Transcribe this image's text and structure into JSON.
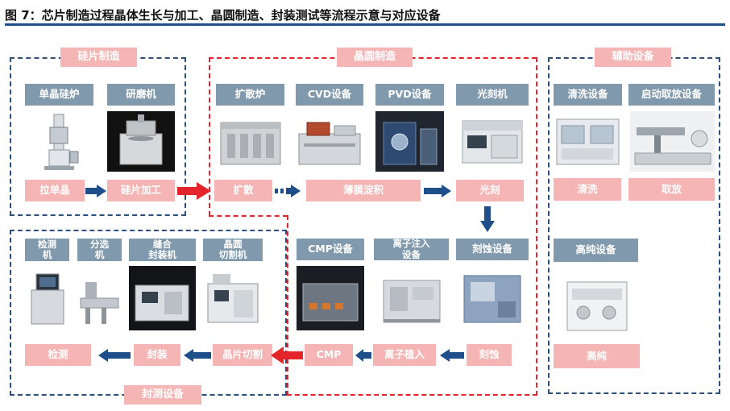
{
  "title": "图 7：芯片制造过程晶体生长与加工、晶圆制造、封装测试等流程示意与对应设备",
  "regions": {
    "wafer_making": "硅片制造",
    "wafer_fab": "晶圆制造",
    "auxiliary": "辅助设备",
    "packaging_test": "封测设备"
  },
  "equipment": {
    "crystal_furnace": "单晶硅炉",
    "grinder": "研磨机",
    "diffusion_furnace": "扩散炉",
    "cvd": "CVD设备",
    "pvd": "PVD设备",
    "lithography": "光刻机",
    "cleaning": "清洗设备",
    "auto_pick_place": "启动取放设备",
    "cmp": "CMP设备",
    "ion_implant": "离子注入\n设备",
    "etching": "刻蚀设备",
    "high_purity": "高纯设备",
    "inspection": "检测\n机",
    "sorting": "分选\n机",
    "bonding_packaging": "缝合\n封装机",
    "wafer_dicing": "晶圆\n切割机"
  },
  "process": {
    "crystal_pulling": "拉单晶",
    "wafer_processing": "硅片加工",
    "diffusion": "扩散",
    "thin_film": "薄膜淀积",
    "photo": "光刻",
    "etch": "刻蚀",
    "ion_implant": "离子植入",
    "cmp": "CMP",
    "dicing": "晶片切割",
    "packaging": "封装",
    "testing": "检测",
    "cleaning": "清洗",
    "pick_place": "取放",
    "high_purity": "高纯"
  },
  "colors": {
    "title_rule": "#1e4f8a",
    "equipment_box": "#8199ad",
    "process_box": "#f5b5b5",
    "flow_arrow": "#1e4f8a",
    "transfer_arrow": "#e3242b",
    "region_border_blue": "#2b4f7c",
    "region_border_red": "#e3242b"
  },
  "images": [
    "crystal-furnace-photo",
    "grinder-photo",
    "diffusion-furnace-photo",
    "cvd-photo",
    "pvd-photo",
    "lithography-photo",
    "cleaning-photo",
    "pick-place-photo",
    "cmp-photo",
    "ion-implant-photo",
    "etching-photo",
    "high-purity-photo",
    "inspection-photo",
    "sorting-photo",
    "packaging-photo",
    "dicing-photo"
  ]
}
